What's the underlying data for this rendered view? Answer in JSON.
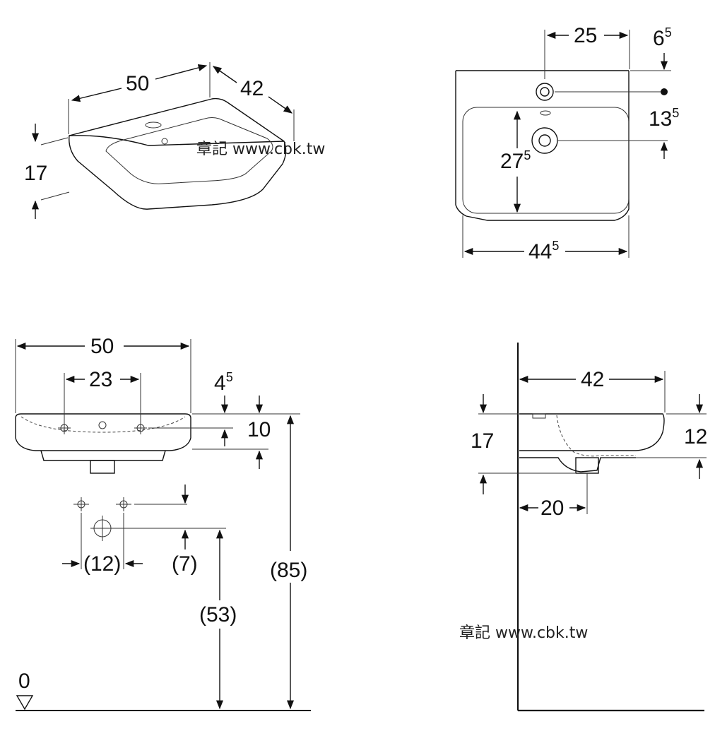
{
  "perspective": {
    "width": "50",
    "depth": "42",
    "height": "17"
  },
  "top_view": {
    "tap_offset": "25",
    "back_offset": "6",
    "back_offset_sup": "5",
    "hole_spacing": "13",
    "hole_spacing_sup": "5",
    "bowl_depth": "27",
    "bowl_depth_sup": "5",
    "bowl_width": "44",
    "bowl_width_sup": "5"
  },
  "front_view": {
    "width": "50",
    "valve_spacing": "23",
    "rim_drop": "4",
    "rim_drop_sup": "5",
    "valve_height": "10",
    "supply_spacing": "(12)",
    "supply_offset": "(7)",
    "supply_height": "(53)",
    "rim_height": "(85)",
    "floor_label": "0"
  },
  "side_view": {
    "depth": "42",
    "height": "17",
    "drain_height": "12",
    "drain_offset": "20"
  },
  "watermark": "章記 www.cbk.tw"
}
